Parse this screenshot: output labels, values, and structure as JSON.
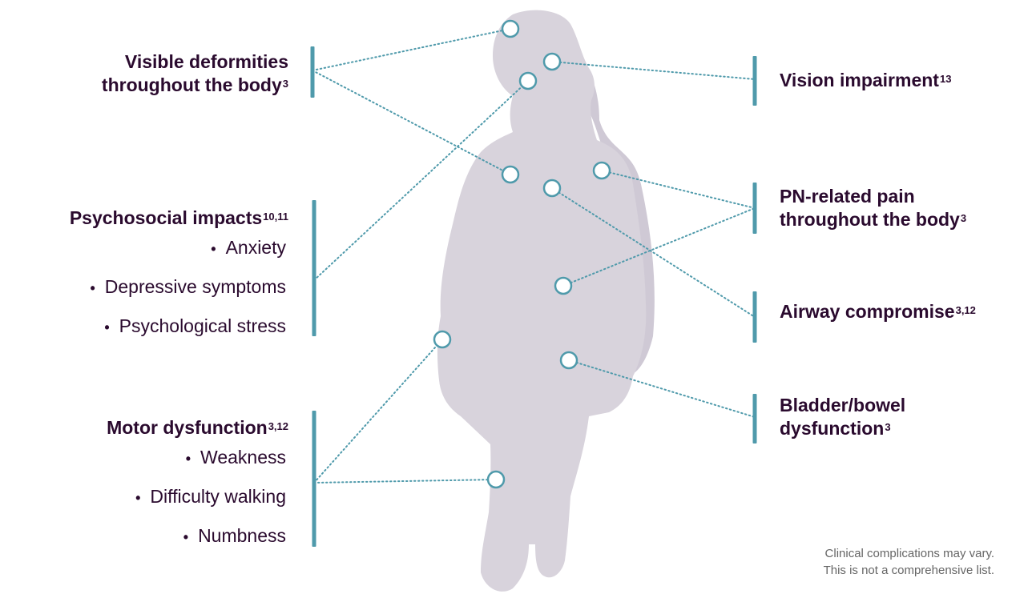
{
  "colors": {
    "title_text": "#2a0a2e",
    "bar": "#4f9aab",
    "connector": "#4f9aab",
    "marker_stroke": "#4f9aab",
    "silhouette": "#d6d1db",
    "silhouette_shadow": "#cbc5d1",
    "note_text": "#666666"
  },
  "labels": {
    "visible_deformities": {
      "line1": "Visible deformities",
      "line2": "throughout the body",
      "ref": "3"
    },
    "psychosocial": {
      "title": "Psychosocial impacts",
      "ref": "10,11",
      "items": [
        "Anxiety",
        "Depressive symptoms",
        "Psychological stress"
      ]
    },
    "motor": {
      "title": "Motor dysfunction",
      "ref": "3,12",
      "items": [
        "Weakness",
        "Difficulty walking",
        "Numbness"
      ]
    },
    "vision": {
      "title": "Vision impairment",
      "ref": "13"
    },
    "pain": {
      "line1": "PN-related pain",
      "line2": "throughout the body",
      "ref": "3"
    },
    "airway": {
      "title": "Airway compromise",
      "ref": "3,12"
    },
    "bladder": {
      "line1": "Bladder/bowel",
      "line2": "dysfunction",
      "ref": "3"
    }
  },
  "bullet": "•",
  "note": {
    "line1": "Clinical complications may vary.",
    "line2": "This is not a comprehensive list."
  }
}
